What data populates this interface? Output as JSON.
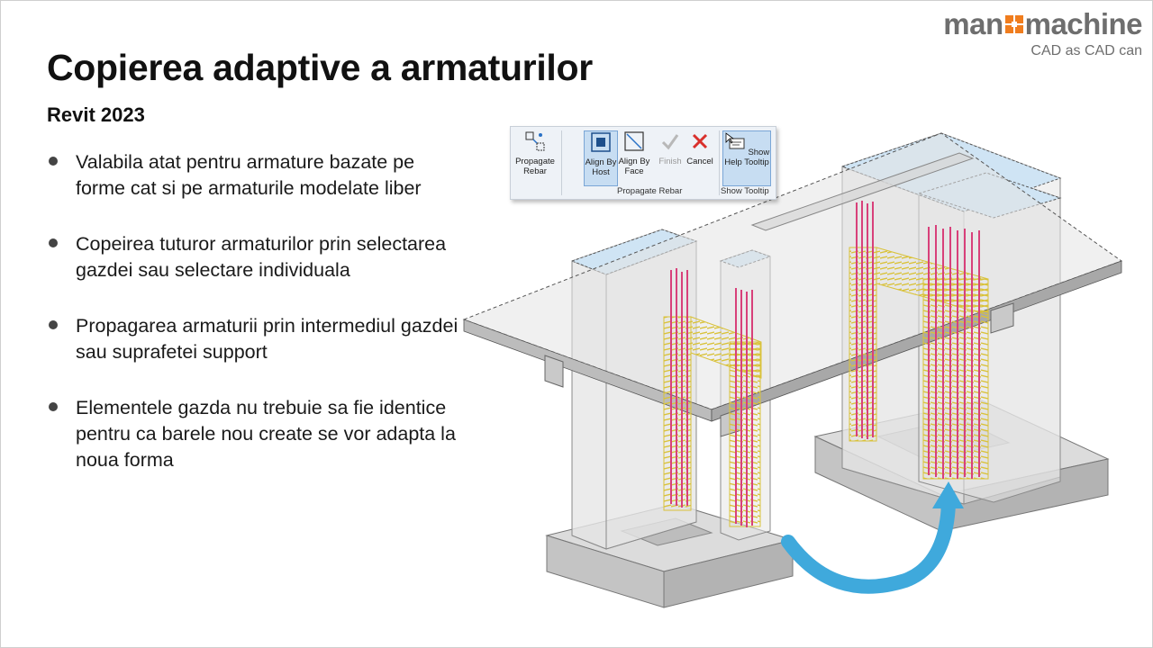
{
  "slide": {
    "title": "Copierea adaptive a armaturilor",
    "subtitle": "Revit 2023",
    "bullets": [
      "Valabila atat pentru armature bazate pe forme cat si pe armaturile modelate liber",
      "Copeirea tuturor armaturilor prin selectarea gazdei sau selectare individuala",
      "Propagarea armaturii prin intermediul gazdei sau suprafetei support",
      "Elementele gazda nu trebuie sa fie identice pentru ca barele nou create se vor adapta la noua forma"
    ]
  },
  "logo": {
    "left": "man",
    "right": "machine",
    "tagline": "CAD as CAD can",
    "accent_color": "#f07d1e"
  },
  "ribbon": {
    "propagate": "Propagate Rebar",
    "align_host": "Align By Host",
    "align_face": "Align By Face",
    "finish": "Finish",
    "cancel": "Cancel",
    "show_help": "Show Help Tooltip",
    "panel_propagate": "Propagate Rebar",
    "panel_tooltip": "Show Tooltip"
  },
  "colors": {
    "rebar_vertical": "#d8407a",
    "rebar_stirrup": "#d9c23a",
    "arrow": "#3fa9dc",
    "concrete": "#d0d0d0"
  }
}
